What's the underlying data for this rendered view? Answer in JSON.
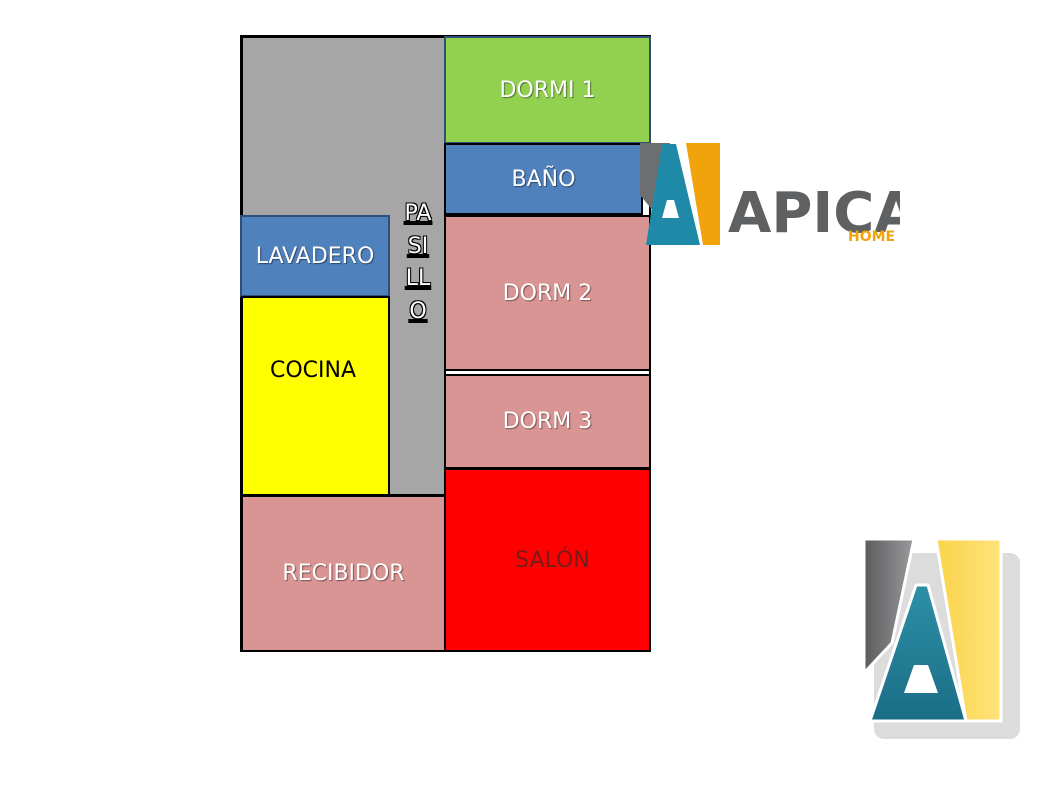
{
  "rooms": {
    "pasillo": "PASILLO",
    "dormi1": "DORMI 1",
    "bano": "BAÑO",
    "lavadero": "LAVADERO",
    "dorm2": "DORM 2",
    "cocina": "COCINA",
    "dorm3": "DORM 3",
    "salon": "SALÓN",
    "recibidor": "RECIBIDOR"
  },
  "logo": {
    "name": "APICA",
    "tag": "HOME"
  },
  "colors": {
    "pasillo": "#a6a6a6",
    "dormi1": "#92d050",
    "bano": "#4f81bd",
    "lavadero": "#4f81bd",
    "dorm": "#d99594",
    "cocina": "#ffff00",
    "salon": "#ff0000",
    "recibidor": "#d99594",
    "logo_gray": "#6d6e70",
    "logo_orange": "#f0a30a",
    "logo_teal": "#1f8aa8"
  }
}
